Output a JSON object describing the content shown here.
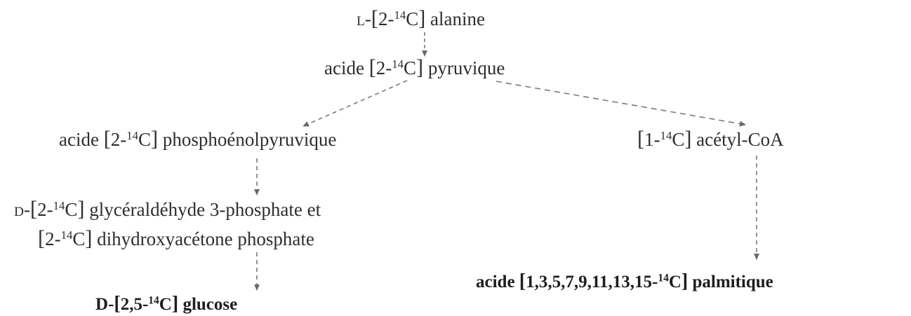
{
  "diagram": {
    "nodes": {
      "alanine": {
        "prefix": "L",
        "iso_pre": "2-",
        "sup": "14",
        "iso_post": "C",
        "name": "alanine"
      },
      "pyruvique": {
        "lead": "acide",
        "iso_pre": "2-",
        "sup": "14",
        "iso_post": "C",
        "name": "pyruvique"
      },
      "pep": {
        "lead": "acide",
        "iso_pre": "2-",
        "sup": "14",
        "iso_post": "C",
        "name": "phosphoénolpyruvique"
      },
      "acetylcoa": {
        "iso_pre": "1-",
        "sup": "14",
        "iso_post": "C",
        "name": "acétyl-CoA"
      },
      "gap": {
        "prefix": "D",
        "iso_pre": "2-",
        "sup": "14",
        "iso_post": "C",
        "name": "glycéraldéhyde 3-phosphate et"
      },
      "dhap": {
        "iso_pre": "2-",
        "sup": "14",
        "iso_post": "C",
        "name": "dihydroxyacétone phosphate"
      },
      "glucose": {
        "prefix": "D",
        "iso_pre": "2,5-",
        "sup": "14",
        "iso_post": "C",
        "name": "glucose"
      },
      "palmitique": {
        "lead": "acide",
        "iso_pre": "1,3,5,7,9,11,13,15-",
        "sup": "14",
        "iso_post": "C",
        "name": "palmitique"
      }
    },
    "colors": {
      "text": "#2e2e2e",
      "arrow": "#707070"
    }
  }
}
